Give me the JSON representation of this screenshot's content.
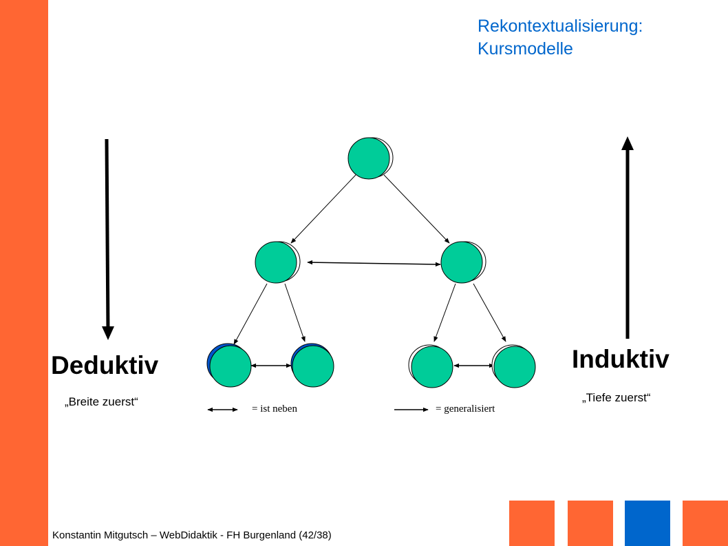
{
  "title": {
    "line1": "Rekontextualisierung:",
    "line2": "Kursmodelle"
  },
  "left": {
    "label": "Deduktiv",
    "caption": "„Breite zuerst“"
  },
  "right": {
    "label": "Induktiv",
    "caption": "„Tiefe zuerst“"
  },
  "legend": {
    "neighbor": "= ist neben",
    "generalizes": "= generalisiert"
  },
  "footer": "Konstantin Mitgutsch – WebDidaktik - FH Burgenland (42/38)",
  "colors": {
    "accent_orange": "#ff6633",
    "accent_blue": "#0066cc",
    "node_fill": "#00cc99",
    "title_blue": "#0066cc"
  }
}
